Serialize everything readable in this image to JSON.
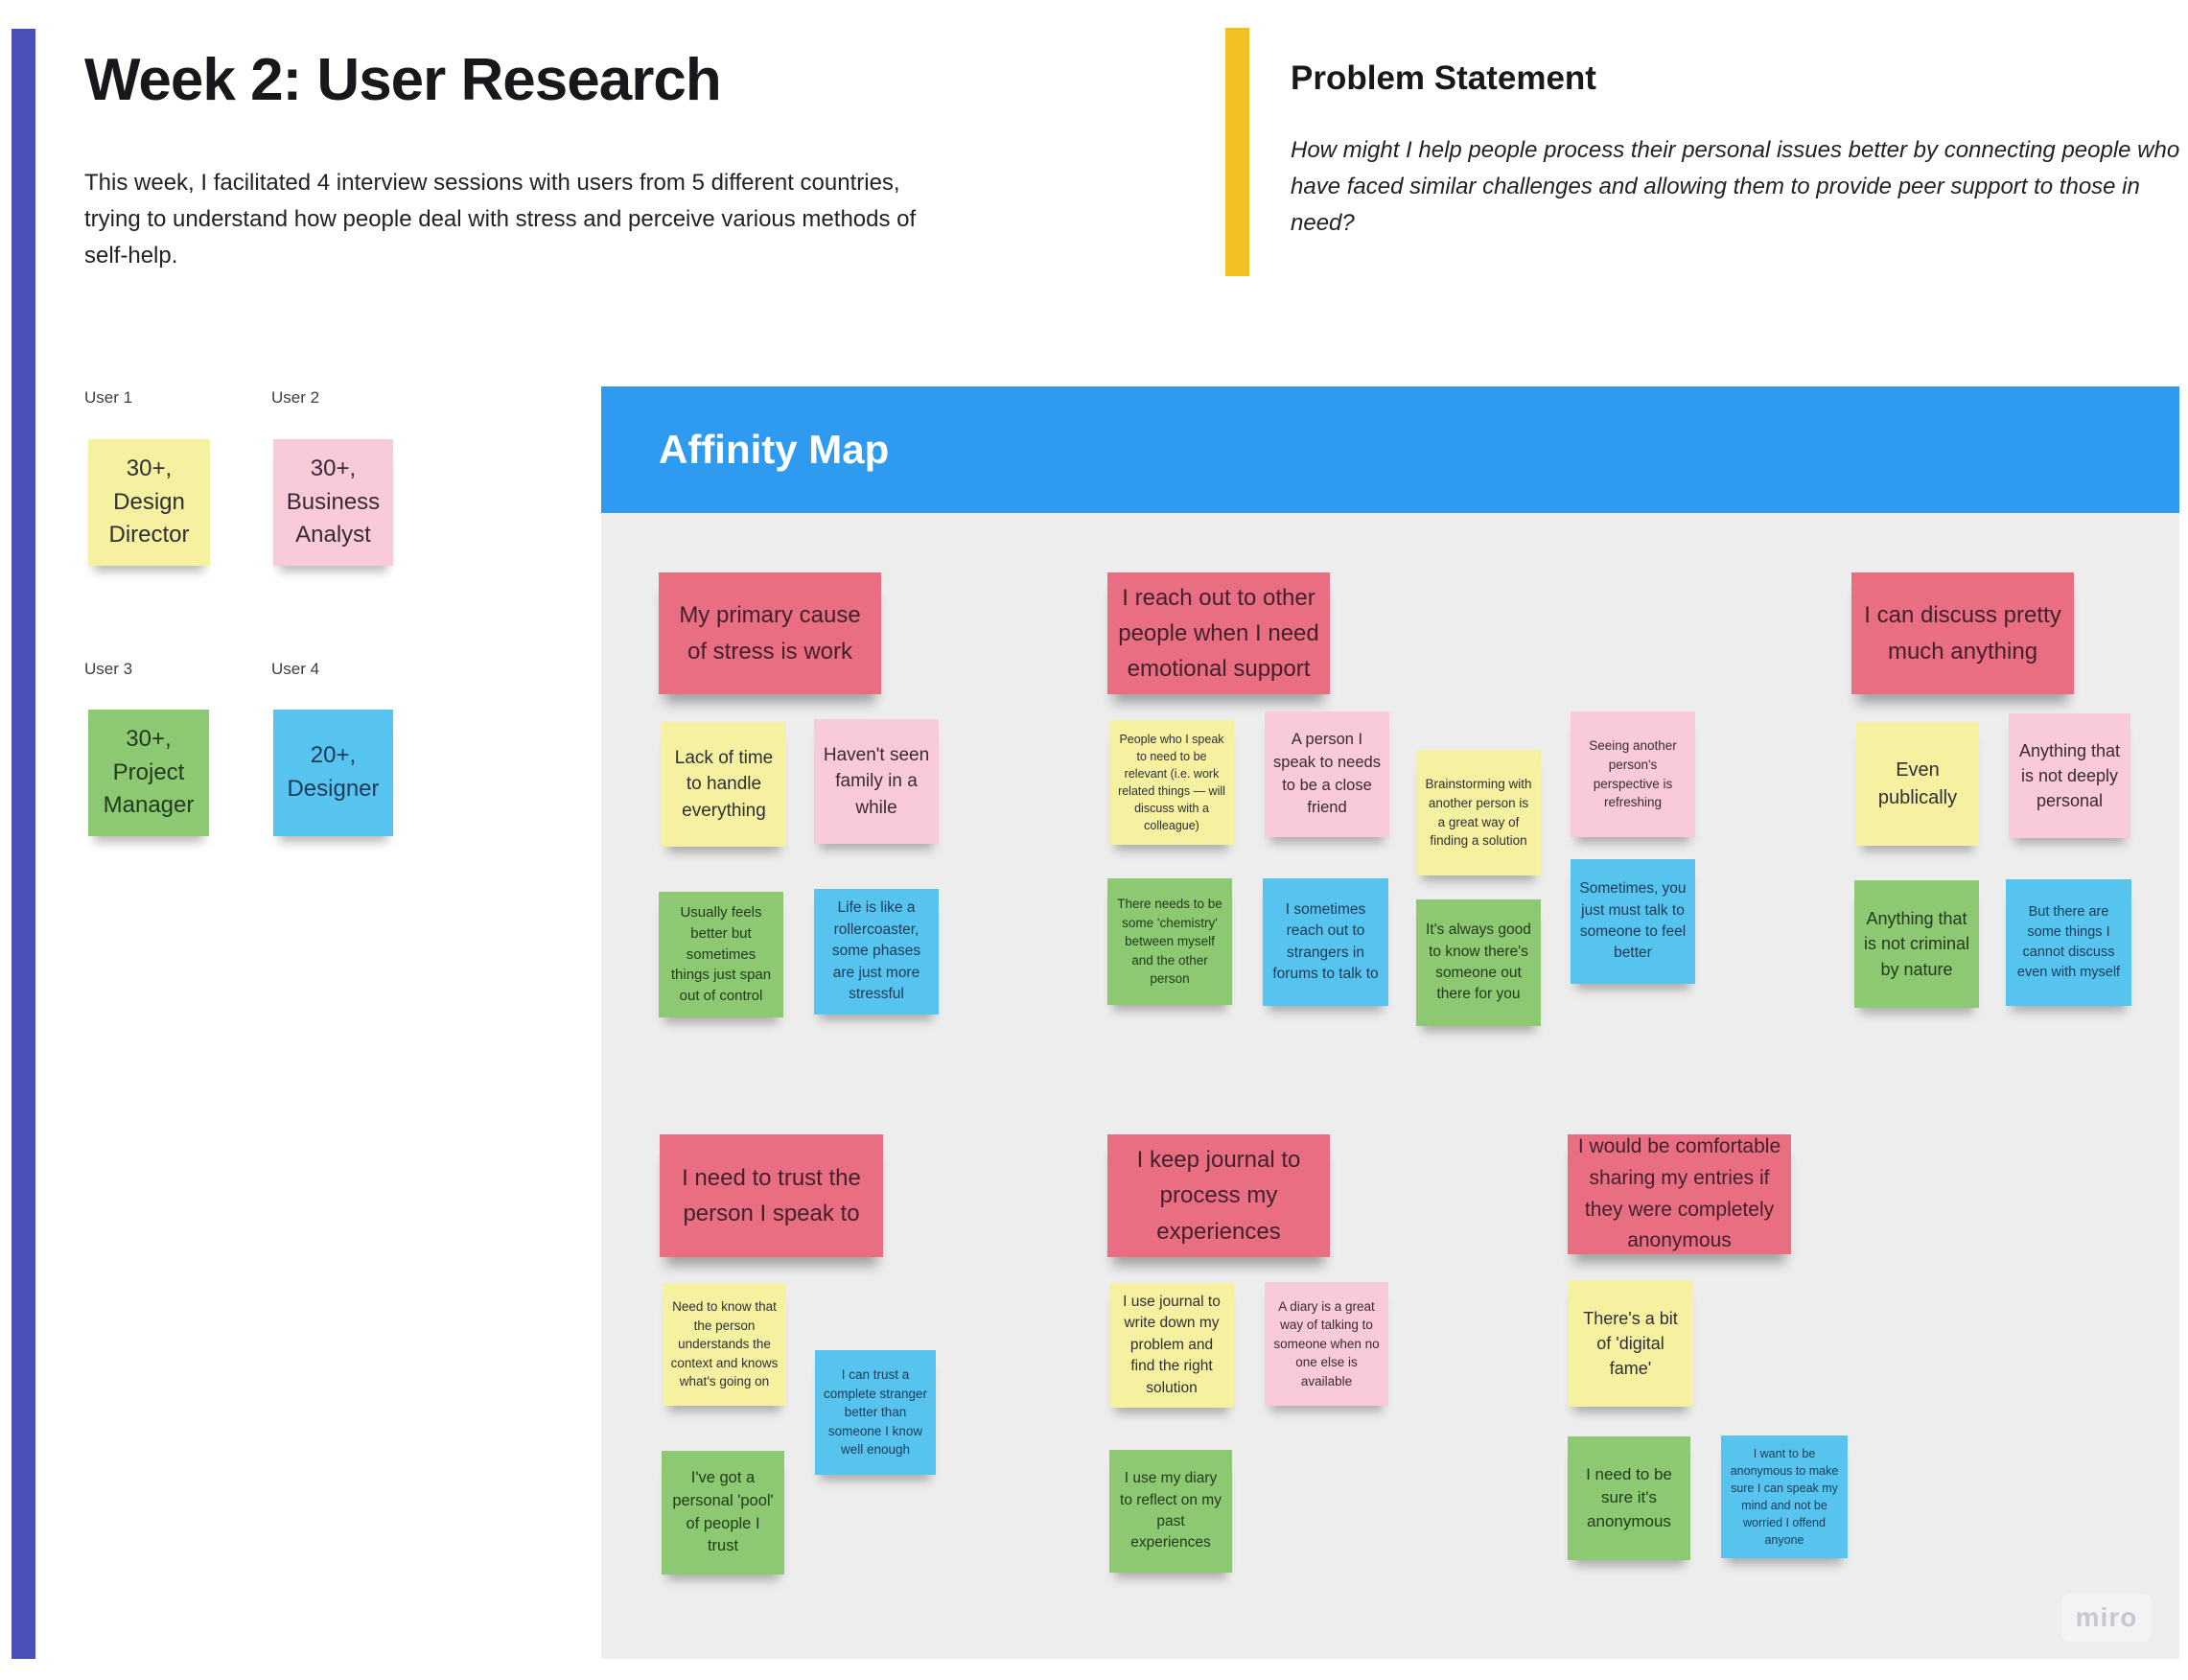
{
  "page": {
    "title": "Week 2: User Research",
    "description": "This week, I facilitated 4 interview sessions with users from 5 different countries, trying to understand how people deal with stress and perceive various methods of self-help.",
    "problem": {
      "title": "Problem Statement",
      "text": "How might I help people process their personal issues better by connecting people who have faced similar challenges and allowing them to provide peer support to those in need?"
    },
    "watermark": "miro"
  },
  "users": [
    {
      "label": "User 1",
      "note": "30+, Design Director",
      "color": "yellow"
    },
    {
      "label": "User 2",
      "note": "30+, Business Analyst",
      "color": "pink"
    },
    {
      "label": "User 3",
      "note": "30+, Project Manager",
      "color": "green"
    },
    {
      "label": "User 4",
      "note": "20+, Designer",
      "color": "blue"
    }
  ],
  "affinity_map": {
    "title": "Affinity Map",
    "groups": [
      {
        "header": "My primary cause of stress is work",
        "notes": [
          {
            "color": "yellow",
            "text": "Lack of time to handle everything"
          },
          {
            "color": "pink",
            "text": "Haven't seen family in a while"
          },
          {
            "color": "green",
            "text": "Usually feels better but sometimes things just span out of control"
          },
          {
            "color": "blue",
            "text": "Life is like a rollercoaster, some phases are just more stressful"
          }
        ]
      },
      {
        "header": "I reach out to other people when I need emotional support",
        "notes": [
          {
            "color": "yellow",
            "text": "People who I speak to need to be relevant (i.e. work related things — will discuss with a colleague)"
          },
          {
            "color": "pink",
            "text": "A person I speak to needs to be a close friend"
          },
          {
            "color": "yellow",
            "text": "Brainstorming with another person is a great way of finding a solution"
          },
          {
            "color": "pink",
            "text": "Seeing another person's perspective is refreshing"
          },
          {
            "color": "green",
            "text": "There needs to be some 'chemistry' between myself and the other person"
          },
          {
            "color": "blue",
            "text": "I sometimes reach out to strangers in forums to talk to"
          },
          {
            "color": "green",
            "text": "It's always good to know there's someone out there for you"
          },
          {
            "color": "blue",
            "text": "Sometimes, you just must talk to someone to feel better"
          }
        ]
      },
      {
        "header": "I can discuss pretty much anything",
        "notes": [
          {
            "color": "yellow",
            "text": "Even publically"
          },
          {
            "color": "pink",
            "text": "Anything that is not deeply personal"
          },
          {
            "color": "green",
            "text": "Anything that is not criminal by nature"
          },
          {
            "color": "blue",
            "text": "But there are some things I cannot discuss even with myself"
          }
        ]
      },
      {
        "header": "I need to trust the person I speak to",
        "notes": [
          {
            "color": "yellow",
            "text": "Need to know that the person understands the context and knows what's going on"
          },
          {
            "color": "blue",
            "text": "I can trust a complete stranger better than someone I know well enough"
          },
          {
            "color": "green",
            "text": "I've got a personal 'pool' of people I trust"
          }
        ]
      },
      {
        "header": "I keep journal to process my experiences",
        "notes": [
          {
            "color": "yellow",
            "text": "I use journal to write down my problem and find the right solution"
          },
          {
            "color": "pink",
            "text": "A diary is a great way of talking to someone when no one else is available"
          },
          {
            "color": "green",
            "text": "I use my diary to reflect on my past experiences"
          }
        ]
      },
      {
        "header": "I would be comfortable sharing my entries if they were completely anonymous",
        "notes": [
          {
            "color": "yellow",
            "text": "There's a bit of 'digital fame'"
          },
          {
            "color": "green",
            "text": "I need to be sure it's anonymous"
          },
          {
            "color": "blue",
            "text": "I want to be anonymous to make sure I can speak my mind and not be worried I offend anyone"
          }
        ]
      }
    ]
  },
  "colors": {
    "sticky_yellow": "#f5f1a1",
    "sticky_pink": "#f9cbd9",
    "sticky_green": "#8dc972",
    "sticky_blue": "#57c4f0",
    "group_header_red": "#e96e82",
    "board_background": "#ededed",
    "board_band_blue": "#2f9bf0",
    "left_bar_indigo": "#4a4fba",
    "problem_bar_yellow": "#f2c021",
    "watermark_gray": "#c7c7d1"
  }
}
